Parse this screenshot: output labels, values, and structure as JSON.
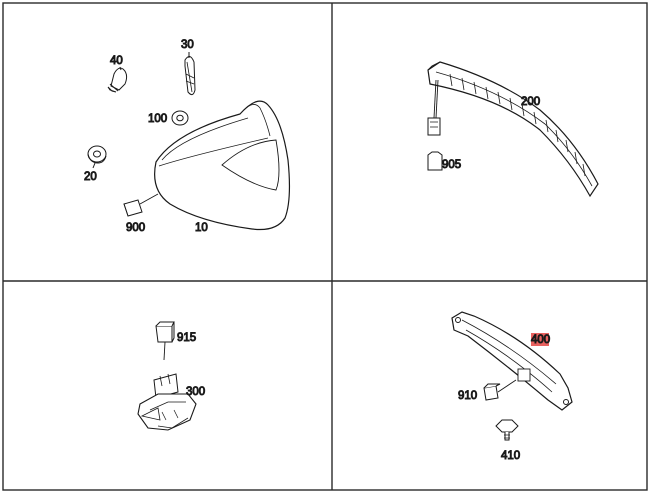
{
  "panels": [
    {
      "id": "top-left",
      "callouts": {
        "p40": "40",
        "p30": "30",
        "p100": "100",
        "p20": "20",
        "p900": "900",
        "p10": "10"
      }
    },
    {
      "id": "top-right",
      "callouts": {
        "p200": "200",
        "p905": "905"
      }
    },
    {
      "id": "bottom-left",
      "callouts": {
        "p915": "915",
        "p300": "300"
      }
    },
    {
      "id": "bottom-right",
      "callouts": {
        "p400": "400",
        "p910": "910",
        "p410": "410"
      },
      "highlight": {
        "part": "400",
        "color": "#e8615f"
      }
    }
  ],
  "colors": {
    "line": "#1a1a1a",
    "frame": "#2a2a2a",
    "highlight": "#e8615f"
  }
}
